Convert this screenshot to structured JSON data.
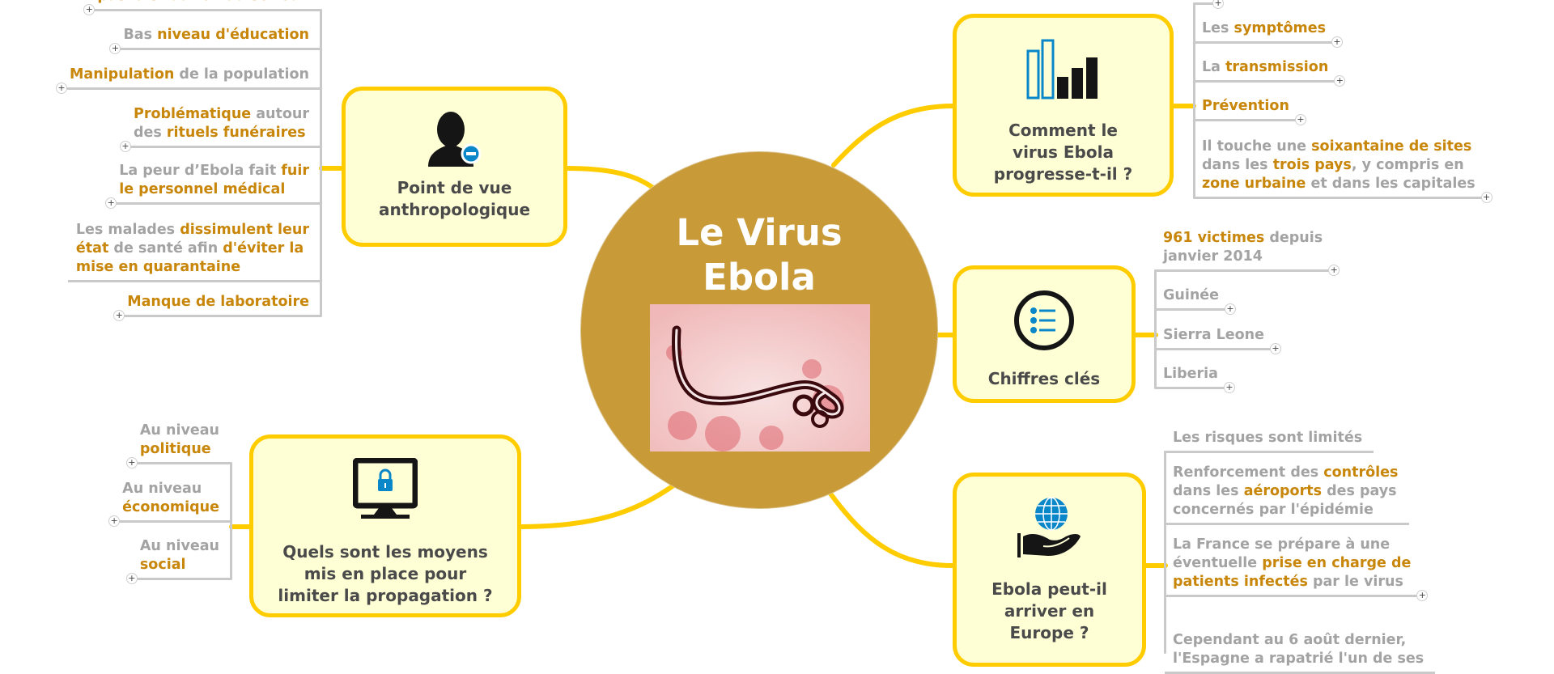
{
  "center": {
    "title_line1": "Le Virus",
    "title_line2": "Ebola",
    "image": "ebola-virus-microscope-photo"
  },
  "colors": {
    "highlight": "#c8860a",
    "text_gray": "#a3a3a3",
    "node_border": "#ffcc00",
    "node_fill": "#ffffd6",
    "center_fill": "#c99a38",
    "icon_blue": "#0a87c9"
  },
  "nodes": {
    "anthropo": {
      "title_line1": "Point de vue",
      "title_line2": "anthropologique",
      "icon": "user-minus-icon"
    },
    "progresse": {
      "title_line1": "Comment le",
      "title_line2": "virus Ebola",
      "title_line3": "progresse-t-il ?",
      "icon": "bar-chart-icon"
    },
    "chiffres": {
      "title_line1": "Chiffres clés",
      "icon": "list-circle-icon"
    },
    "europe": {
      "title_line1": "Ebola peut-il",
      "title_line2": "arriver en",
      "title_line3": "Europe ?",
      "icon": "globe-hand-icon"
    },
    "moyens": {
      "title_line1": "Quels sont les moyens",
      "title_line2": "mis en place pour",
      "title_line3": "limiter la propagation ?",
      "icon": "monitor-lock-icon"
    }
  },
  "branches": {
    "anthropo": [
      {
        "lines": [
          [
            {
              "t": "pas la situation au sérieux",
              "hl": true
            }
          ]
        ],
        "plus": true
      },
      {
        "lines": [
          [
            {
              "t": "Bas ",
              "hl": false
            },
            {
              "t": "niveau d'éducation",
              "hl": true
            }
          ]
        ],
        "plus": true
      },
      {
        "lines": [
          [
            {
              "t": "Manipulation",
              "hl": true
            },
            {
              "t": " de la population",
              "hl": false
            }
          ]
        ],
        "plus": true
      },
      {
        "lines": [
          [
            {
              "t": "Problématique",
              "hl": true
            },
            {
              "t": " autour",
              "hl": false
            }
          ],
          [
            {
              "t": "des ",
              "hl": false
            },
            {
              "t": "rituels funéraires",
              "hl": true
            }
          ]
        ],
        "plus": true
      },
      {
        "lines": [
          [
            {
              "t": "La peur d’Ebola fait ",
              "hl": false
            },
            {
              "t": "fuir",
              "hl": true
            }
          ],
          [
            {
              "t": "le personnel médical",
              "hl": true
            }
          ]
        ],
        "plus": true
      },
      {
        "lines": [
          [
            {
              "t": "Les malades ",
              "hl": false
            },
            {
              "t": "dissimulent leur",
              "hl": true
            }
          ],
          [
            {
              "t": "état",
              "hl": true
            },
            {
              "t": " de santé afin ",
              "hl": false
            },
            {
              "t": "d'éviter la",
              "hl": true
            }
          ],
          [
            {
              "t": "mise en quarantaine",
              "hl": true
            }
          ]
        ],
        "plus": false
      },
      {
        "lines": [
          [
            {
              "t": "Manque de laboratoire",
              "hl": true
            }
          ]
        ],
        "plus": true
      }
    ],
    "progresse": [
      {
        "lines": [
          [
            {
              "t": "",
              "hl": false
            }
          ]
        ],
        "plus": true
      },
      {
        "lines": [
          [
            {
              "t": "Les ",
              "hl": false
            },
            {
              "t": "symptômes",
              "hl": true
            }
          ]
        ],
        "plus": true
      },
      {
        "lines": [
          [
            {
              "t": "La ",
              "hl": false
            },
            {
              "t": "transmission",
              "hl": true
            }
          ]
        ],
        "plus": true
      },
      {
        "lines": [
          [
            {
              "t": "Prévention",
              "hl": true
            }
          ]
        ],
        "plus": true
      },
      {
        "lines": [
          [
            {
              "t": "Il touche une ",
              "hl": false
            },
            {
              "t": "soixantaine de sites",
              "hl": true
            }
          ],
          [
            {
              "t": "dans les ",
              "hl": false
            },
            {
              "t": "trois pays",
              "hl": true
            },
            {
              "t": ", y compris en",
              "hl": false
            }
          ],
          [
            {
              "t": "zone urbaine",
              "hl": true
            },
            {
              "t": " et dans les capitales",
              "hl": false
            }
          ]
        ],
        "plus": true
      }
    ],
    "chiffres": [
      {
        "lines": [
          [
            {
              "t": "961 victimes",
              "hl": true
            },
            {
              "t": " depuis",
              "hl": false
            }
          ],
          [
            {
              "t": "janvier 2014",
              "hl": false
            }
          ]
        ],
        "plus": true
      },
      {
        "lines": [
          [
            {
              "t": "Guinée",
              "hl": false
            }
          ]
        ],
        "plus": true
      },
      {
        "lines": [
          [
            {
              "t": "Sierra Leone",
              "hl": false
            }
          ]
        ],
        "plus": true
      },
      {
        "lines": [
          [
            {
              "t": "Liberia",
              "hl": false
            }
          ]
        ],
        "plus": true
      }
    ],
    "europe": [
      {
        "lines": [
          [
            {
              "t": "Les risques sont limités",
              "hl": false
            }
          ]
        ],
        "plus": false
      },
      {
        "lines": [
          [
            {
              "t": "Renforcement des ",
              "hl": false
            },
            {
              "t": "contrôles",
              "hl": true
            }
          ],
          [
            {
              "t": "dans les ",
              "hl": false
            },
            {
              "t": "aéroports",
              "hl": true
            },
            {
              "t": " des pays",
              "hl": false
            }
          ],
          [
            {
              "t": "concernés par l'épidémie",
              "hl": false
            }
          ]
        ],
        "plus": false
      },
      {
        "lines": [
          [
            {
              "t": "La France se prépare à une",
              "hl": false
            }
          ],
          [
            {
              "t": "éventuelle ",
              "hl": false
            },
            {
              "t": "prise en charge de",
              "hl": true
            }
          ],
          [
            {
              "t": "patients infectés",
              "hl": true
            },
            {
              "t": " par le virus",
              "hl": false
            }
          ]
        ],
        "plus": true
      },
      {
        "lines": [
          [
            {
              "t": "Cependant au 6 août dernier,",
              "hl": false
            }
          ],
          [
            {
              "t": "l'Espagne a rapatrié l'un de ses",
              "hl": false
            }
          ]
        ],
        "plus": false
      }
    ],
    "moyens": [
      {
        "lines": [
          [
            {
              "t": "Au niveau",
              "hl": false
            }
          ],
          [
            {
              "t": "politique",
              "hl": true
            }
          ]
        ],
        "plus": true
      },
      {
        "lines": [
          [
            {
              "t": "Au niveau",
              "hl": false
            }
          ],
          [
            {
              "t": "économique",
              "hl": true
            }
          ]
        ],
        "plus": true
      },
      {
        "lines": [
          [
            {
              "t": "Au niveau",
              "hl": false
            }
          ],
          [
            {
              "t": "social",
              "hl": true
            }
          ]
        ],
        "plus": true
      }
    ]
  }
}
